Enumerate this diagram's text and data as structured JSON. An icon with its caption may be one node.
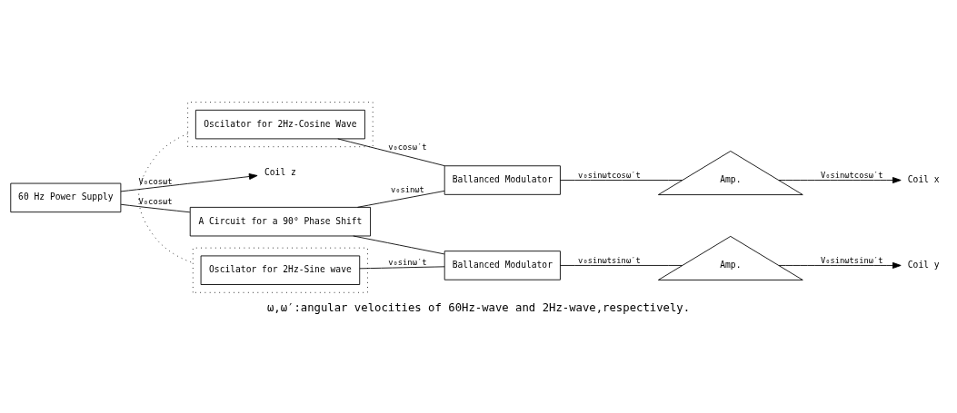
{
  "diagram": {
    "caption": "ω,ω′:angular velocities of 60Hz-wave and 2Hz-wave,respectively.",
    "nodes": [
      {
        "text": [
          "60 Hz Power Supply"
        ]
      },
      {
        "text": [],
        "shape": "box"
      },
      {
        "text": [
          "Oscilator for 2Hz-Cosine Wave"
        ],
        "in": 1
      },
      {
        "text": [
          "A Circuit for a 90° Phase Shift"
        ]
      },
      {
        "text": [],
        "shape": "box"
      },
      {
        "text": [
          "Oscilator for 2Hz-Sine wave"
        ],
        "in": 4
      },
      {
        "text": [
          "Ballanced Modulator"
        ]
      },
      {
        "text": [
          "Ballanced Modulator"
        ]
      },
      {
        "text": [
          "Amp."
        ]
      },
      {
        "text": [
          "Amp."
        ]
      },
      {
        "text": [
          "Coil x"
        ]
      },
      {
        "text": [
          "Coil y"
        ]
      },
      {
        "text": [
          "Coil z"
        ]
      }
    ],
    "edges": [
      {
        "from": 0,
        "to": 3,
        "arrow": "none",
        "label": "V₀cosωt"
      },
      {
        "from": 0,
        "to": 12,
        "arrow": "to",
        "label": "V₀cosωt"
      },
      {
        "from": 1,
        "to": 4,
        "arrow": "none",
        "style": "dashed"
      },
      {
        "from": 2,
        "to": 6,
        "arrow": "none",
        "label": "v₀cosω′t"
      },
      {
        "from": 3,
        "to": 6,
        "arrow": "none",
        "label": "v₀sinωt"
      },
      {
        "from": 3,
        "to": 7,
        "arrow": "none"
      },
      {
        "from": 5,
        "to": 7,
        "arrow": "none",
        "label": "v₀sinω′t"
      },
      {
        "from": 6,
        "to": 8,
        "arrow": "none",
        "label": "v₀sinωtcosω′t"
      },
      {
        "from": 8,
        "to": 10,
        "arrow": "to",
        "label": "V₀sinωtcosω′t"
      },
      {
        "from": 7,
        "to": 9,
        "arrow": "none",
        "label": "v₀sinωtsinω′t"
      },
      {
        "from": 9,
        "to": 11,
        "arrow": "to",
        "label": "V₀sinωtsinω′t"
      }
    ]
  }
}
